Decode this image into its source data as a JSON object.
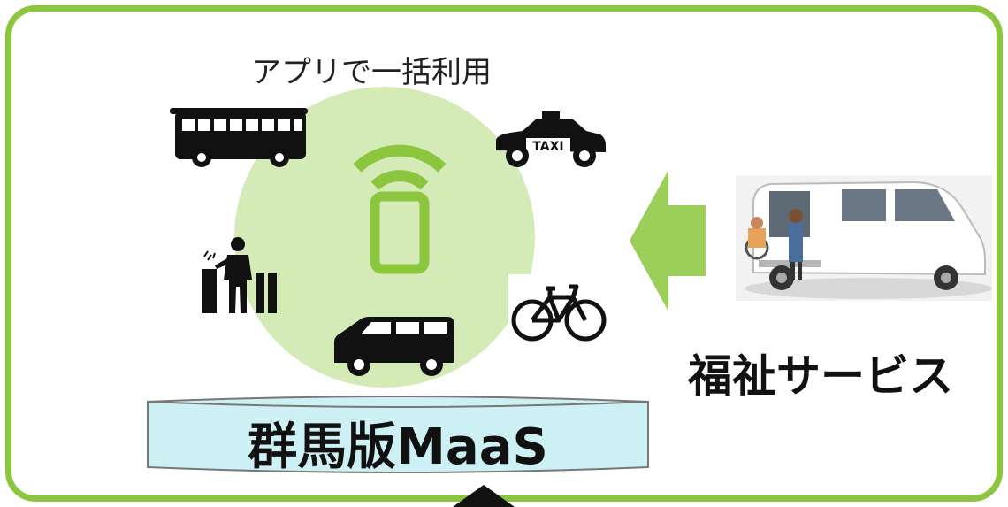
{
  "diagram": {
    "tagline": "アプリで一括利用",
    "welfare_label": "福祉サービス",
    "platform_label": "群馬版MaaS",
    "taxi_text": "TAXI"
  },
  "colors": {
    "frame_green": "#8cc63f",
    "circle_fill": "#d4ebb8",
    "icon_green": "#8cc63f",
    "arrow_green": "#9ccf5a",
    "platform_fill": "#cdf0f5"
  },
  "icons": [
    "bus-icon",
    "taxi-icon",
    "smartphone-wifi-icon",
    "ticket-gate-person-icon",
    "bicycle-icon",
    "van-icon",
    "welfare-van-photo",
    "left-arrow-icon",
    "up-arrow-icon"
  ]
}
